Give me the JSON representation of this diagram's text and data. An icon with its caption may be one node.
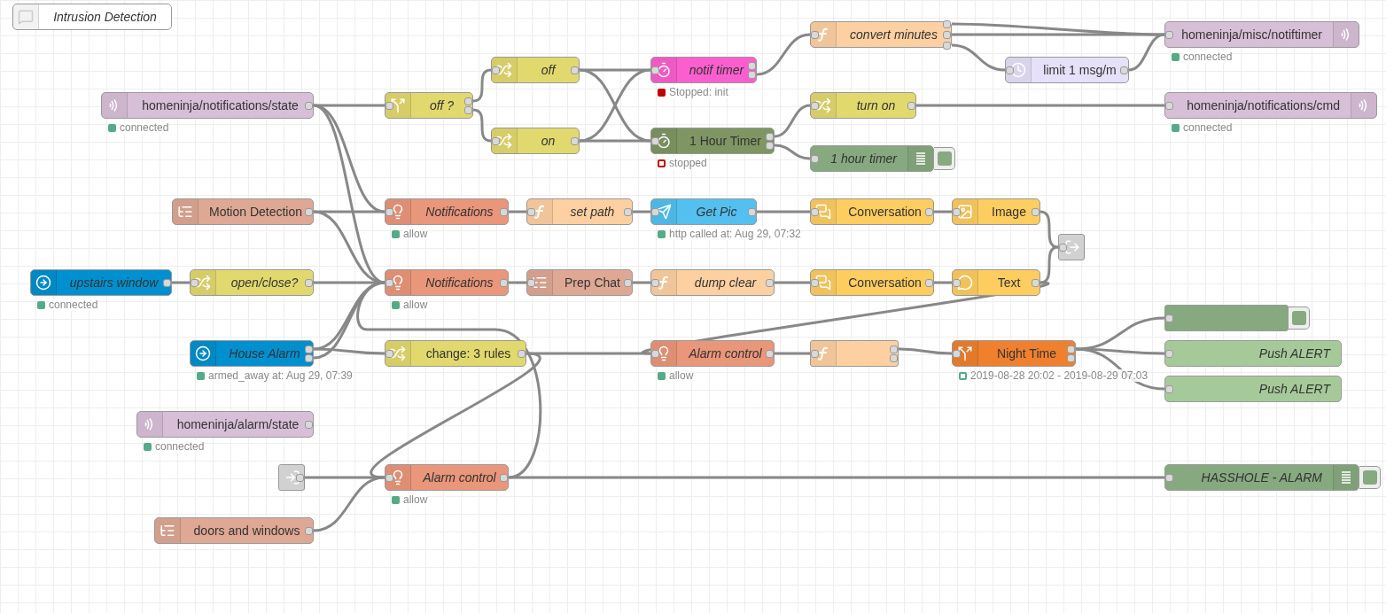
{
  "diagram": {
    "nodes": [
      {
        "text": [
          "Intrusion Detection"
        ]
      },
      {
        "text": [
          "homeninja/notifications/state"
        ],
        "beside": [
          "connected"
        ]
      },
      {
        "text": [
          "off ?"
        ]
      },
      {
        "text": [
          "off"
        ]
      },
      {
        "text": [
          "on"
        ]
      },
      {
        "text": [
          "notif timer"
        ],
        "beside": [
          "Stopped: init"
        ]
      },
      {
        "text": [
          "1 Hour Timer"
        ],
        "beside": [
          "stopped"
        ]
      },
      {
        "text": [
          "convert minutes"
        ]
      },
      {
        "text": [
          "limit 1 msg/m"
        ]
      },
      {
        "text": [
          "homeninja/misc/notiftimer"
        ],
        "beside": [
          "connected"
        ]
      },
      {
        "text": [
          "turn on"
        ]
      },
      {
        "text": [
          "homeninja/notifications/cmd"
        ],
        "beside": [
          "connected"
        ]
      },
      {
        "text": [
          "1 hour timer"
        ]
      },
      {
        "text": [
          "Motion Detection"
        ]
      },
      {
        "text": [
          "Notifications"
        ],
        "beside": [
          "allow"
        ]
      },
      {
        "text": [
          "set path"
        ]
      },
      {
        "text": [
          "Get Pic"
        ],
        "beside": [
          "http called at: Aug 29, 07:32"
        ]
      },
      {
        "text": [
          "Conversation"
        ]
      },
      {
        "text": [
          "Image"
        ]
      },
      {
        "text": [],
        "shape": "box"
      },
      {
        "text": [
          "upstairs window"
        ],
        "beside": [
          "connected"
        ]
      },
      {
        "text": [
          "open/close?"
        ]
      },
      {
        "text": [
          "Notifications"
        ],
        "beside": [
          "allow"
        ]
      },
      {
        "text": [
          "Prep Chat"
        ]
      },
      {
        "text": [
          "dump clear"
        ]
      },
      {
        "text": [
          "Conversation"
        ]
      },
      {
        "text": [
          "Text"
        ]
      },
      {
        "text": [
          "House Alarm"
        ],
        "beside": [
          "armed_away at: Aug 29, 07:39"
        ]
      },
      {
        "text": [
          "change: 3 rules"
        ]
      },
      {
        "text": [
          "Alarm control"
        ],
        "beside": [
          "allow"
        ]
      },
      {
        "text": [],
        "shape": "box"
      },
      {
        "text": [
          "Night Time"
        ],
        "beside": [
          "2019-08-28 20:02 - 2019-08-29 07:03"
        ]
      },
      {
        "text": [],
        "shape": "box"
      },
      {
        "text": [
          "Push ALERT"
        ]
      },
      {
        "text": [
          "Push ALERT"
        ]
      },
      {
        "text": [
          "homeninja/alarm/state"
        ],
        "beside": [
          "connected"
        ]
      },
      {
        "text": [],
        "shape": "box"
      },
      {
        "text": [
          "Alarm control"
        ],
        "beside": [
          "allow"
        ]
      },
      {
        "text": [
          "doors and windows"
        ]
      },
      {
        "text": [
          "HASSHOLE - ALARM"
        ]
      }
    ],
    "edges": [
      {
        "from": 1,
        "to": 2,
        "arrow": "none"
      },
      {
        "from": 1,
        "to": 14,
        "arrow": "none"
      },
      {
        "from": 1,
        "to": 22,
        "arrow": "none"
      },
      {
        "from": 2,
        "to": 3,
        "arrow": "none"
      },
      {
        "from": 2,
        "to": 4,
        "arrow": "none"
      },
      {
        "from": 3,
        "to": 5,
        "arrow": "none"
      },
      {
        "from": 3,
        "to": 6,
        "arrow": "none"
      },
      {
        "from": 4,
        "to": 5,
        "arrow": "none"
      },
      {
        "from": 4,
        "to": 6,
        "arrow": "none"
      },
      {
        "from": 5,
        "to": 7,
        "arrow": "none"
      },
      {
        "from": 7,
        "to": 9,
        "arrow": "none"
      },
      {
        "from": 7,
        "to": 9,
        "arrow": "none"
      },
      {
        "from": 7,
        "to": 8,
        "arrow": "none"
      },
      {
        "from": 8,
        "to": 9,
        "arrow": "none"
      },
      {
        "from": 6,
        "to": 10,
        "arrow": "none"
      },
      {
        "from": 6,
        "to": 12,
        "arrow": "none"
      },
      {
        "from": 10,
        "to": 11,
        "arrow": "none"
      },
      {
        "from": 13,
        "to": 14,
        "arrow": "none"
      },
      {
        "from": 13,
        "to": 22,
        "arrow": "none"
      },
      {
        "from": 14,
        "to": 15,
        "arrow": "none"
      },
      {
        "from": 15,
        "to": 16,
        "arrow": "none"
      },
      {
        "from": 16,
        "to": 17,
        "arrow": "none"
      },
      {
        "from": 17,
        "to": 18,
        "arrow": "none"
      },
      {
        "from": 18,
        "to": 19,
        "arrow": "none"
      },
      {
        "from": 20,
        "to": 21,
        "arrow": "none"
      },
      {
        "from": 21,
        "to": 22,
        "arrow": "none"
      },
      {
        "from": 22,
        "to": 23,
        "arrow": "none"
      },
      {
        "from": 23,
        "to": 24,
        "arrow": "none"
      },
      {
        "from": 24,
        "to": 25,
        "arrow": "none"
      },
      {
        "from": 25,
        "to": 26,
        "arrow": "none"
      },
      {
        "from": 26,
        "to": 19,
        "arrow": "none"
      },
      {
        "from": 26,
        "to": 29,
        "arrow": "none"
      },
      {
        "from": 27,
        "to": 22,
        "arrow": "none"
      },
      {
        "from": 27,
        "to": 22,
        "arrow": "none"
      },
      {
        "from": 27,
        "to": 28,
        "arrow": "none"
      },
      {
        "from": 28,
        "to": 29,
        "arrow": "none"
      },
      {
        "from": 28,
        "to": 37,
        "arrow": "none"
      },
      {
        "from": 29,
        "to": 30,
        "arrow": "none"
      },
      {
        "from": 30,
        "to": 31,
        "arrow": "none"
      },
      {
        "from": 31,
        "to": 32,
        "arrow": "none"
      },
      {
        "from": 31,
        "to": 33,
        "arrow": "none"
      },
      {
        "from": 31,
        "to": 34,
        "arrow": "none"
      },
      {
        "from": 36,
        "to": 37,
        "arrow": "none"
      },
      {
        "from": 38,
        "to": 37,
        "arrow": "none"
      },
      {
        "from": 37,
        "to": 39,
        "arrow": "none"
      },
      {
        "from": 37,
        "to": 22,
        "arrow": "none"
      }
    ]
  }
}
